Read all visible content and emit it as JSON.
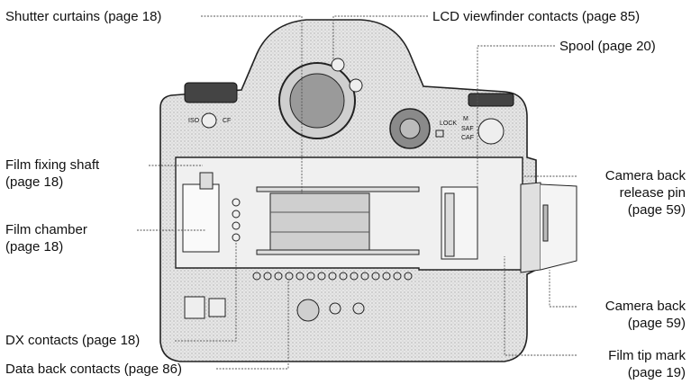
{
  "labels": {
    "shutter_curtains": "Shutter curtains (page 18)",
    "lcd_contacts": "LCD viewfinder contacts (page 85)",
    "spool": "Spool (page 20)",
    "film_fixing_shaft": [
      "Film fixing shaft",
      "(page 18)"
    ],
    "film_chamber": [
      "Film chamber",
      "(page 18)"
    ],
    "camera_back_release": [
      "Camera back",
      "release pin",
      "(page 59)"
    ],
    "camera_back": [
      "Camera back",
      "(page 59)"
    ],
    "dx_contacts": "DX contacts (page 18)",
    "data_back_contacts": "Data back contacts (page 86)",
    "film_tip_mark": [
      "Film tip mark",
      "(page 19)"
    ]
  },
  "camera_markings": {
    "iso": "ISO",
    "cf": "CF",
    "lock": "LOCK",
    "m": "M",
    "saf": "SAF",
    "caf": "CAF"
  },
  "colors": {
    "ink": "#111111",
    "leader": "#555555",
    "body_fill": "#d8d8d8",
    "dark": "#3a3a3a"
  }
}
